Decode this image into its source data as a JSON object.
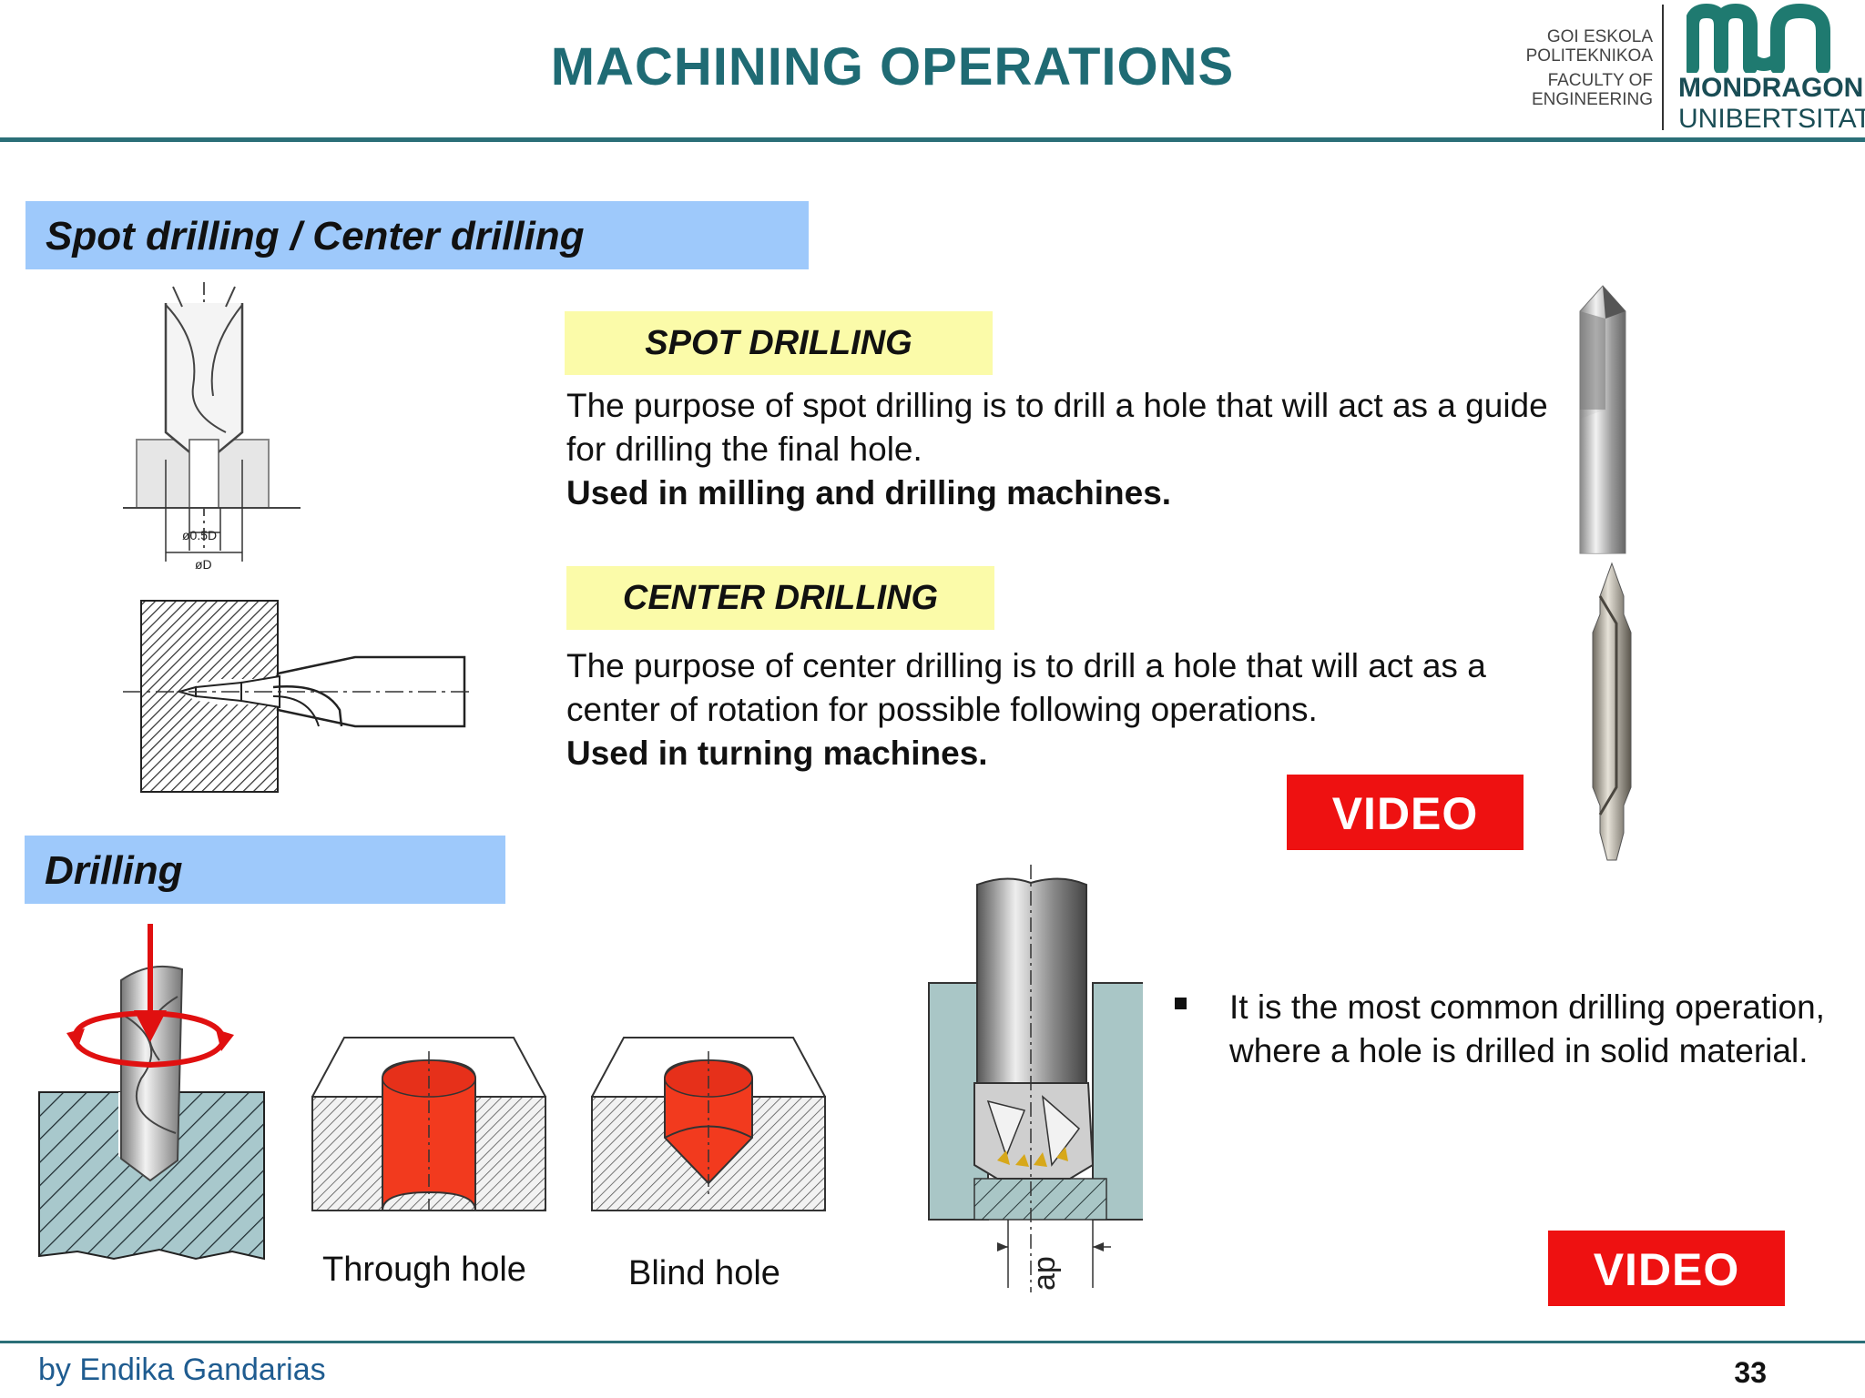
{
  "header": {
    "title": "MACHINING OPERATIONS",
    "logo": {
      "left_lines": [
        "GOI ESKOLA",
        "POLITEKNIKOA",
        "FACULTY OF",
        "ENGINEERING"
      ],
      "name_lines": [
        "MONDRAGON",
        "UNIBERTSITATEA"
      ]
    }
  },
  "sections": {
    "spot": {
      "heading": "Spot drilling / Center drilling",
      "diagram_labels": {
        "small": "ø0.5D",
        "large": "øD"
      }
    },
    "spot_drilling": {
      "label": "SPOT DRILLING",
      "text": "The purpose of spot drilling is to drill a hole that will act as a guide for drilling the final hole.",
      "bold": "Used in milling and drilling machines."
    },
    "center_drilling": {
      "label": "CENTER DRILLING",
      "text": "The purpose of center drilling is to drill a hole that will act as a center of rotation for possible following operations.",
      "bold": "Used in turning machines."
    },
    "drilling": {
      "heading": "Drilling",
      "through_hole": "Through hole",
      "blind_hole": "Blind hole",
      "ap_label": "ap",
      "bullet": "It is the most common drilling operation, where a hole is drilled in solid material."
    }
  },
  "buttons": {
    "video_1": "VIDEO",
    "video_2": "VIDEO"
  },
  "footer": {
    "author": "by Endika Gandarias",
    "page": "33"
  },
  "colors": {
    "teal": "#1f6b74",
    "section_blue": "#9ec9fb",
    "label_yellow": "#fbfba9",
    "video_red": "#ee1111",
    "hole_red": "#f23a1e",
    "workpiece_blue": "#a8c8cc"
  }
}
